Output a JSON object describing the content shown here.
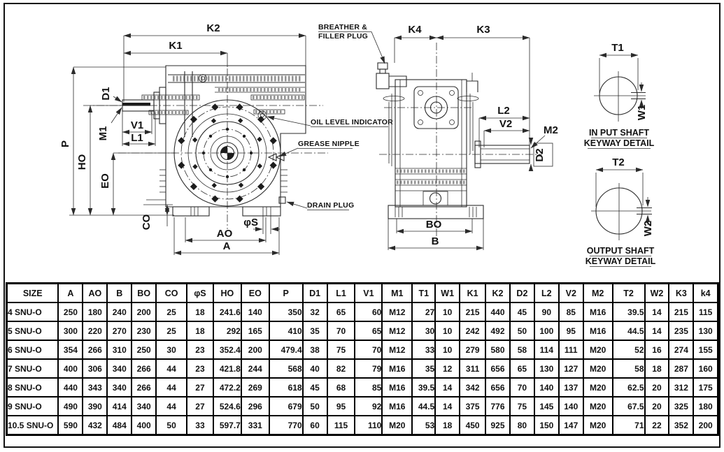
{
  "drawing": {
    "labels": {
      "k2": "K2",
      "k1": "K1",
      "p": "P",
      "ho": "HO",
      "eo": "EO",
      "co": "CO",
      "d1": "D1",
      "m1": "M1",
      "v1": "V1",
      "l1": "L1",
      "ao": "AO",
      "a": "A",
      "phi_s": "φS",
      "k4": "K4",
      "k3": "K3",
      "l2": "L2",
      "v2": "V2",
      "m2": "M2",
      "d2": "D2",
      "bo": "BO",
      "b": "B",
      "t1": "T1",
      "w1": "W1",
      "t2": "T2",
      "w2": "W2"
    },
    "callouts": {
      "breather_line1": "BREATHER &",
      "breather_line2": "FILLER PLUG",
      "oil_level": "OIL LEVEL INDICATOR",
      "grease": "GREASE NIPPLE",
      "drain": "DRAIN PLUG"
    },
    "keyway": {
      "input_title1": "IN PUT SHAFT",
      "input_title2": "KEYWAY DETAIL",
      "output_title1": "OUTPUT SHAFT",
      "output_title2": "KEYWAY DETAIL"
    }
  },
  "table": {
    "columns": [
      "SIZE",
      "A",
      "AO",
      "B",
      "BO",
      "CO",
      "φS",
      "HO",
      "EO",
      "P",
      "D1",
      "L1",
      "V1",
      "M1",
      "T1",
      "W1",
      "K1",
      "K2",
      "D2",
      "L2",
      "V2",
      "M2",
      "T2",
      "W2",
      "K3",
      "k4"
    ],
    "rows": [
      [
        "4 SNU-O",
        "250",
        "180",
        "240",
        "200",
        "25",
        "18",
        "241.6",
        "140",
        "350",
        "32",
        "65",
        "60",
        "M12",
        "27",
        "10",
        "215",
        "440",
        "45",
        "90",
        "85",
        "M16",
        "39.5",
        "14",
        "215",
        "115"
      ],
      [
        "5 SNU-O",
        "300",
        "220",
        "270",
        "230",
        "25",
        "18",
        "292",
        "165",
        "410",
        "35",
        "70",
        "65",
        "M12",
        "30",
        "10",
        "242",
        "492",
        "50",
        "100",
        "95",
        "M16",
        "44.5",
        "14",
        "235",
        "130"
      ],
      [
        "6 SNU-O",
        "354",
        "266",
        "310",
        "250",
        "30",
        "23",
        "352.4",
        "200",
        "479.4",
        "38",
        "75",
        "70",
        "M12",
        "33",
        "10",
        "279",
        "580",
        "58",
        "114",
        "111",
        "M20",
        "52",
        "16",
        "274",
        "155"
      ],
      [
        "7 SNU-O",
        "400",
        "306",
        "340",
        "266",
        "44",
        "23",
        "421.8",
        "244",
        "568",
        "40",
        "82",
        "79",
        "M16",
        "35",
        "12",
        "311",
        "656",
        "65",
        "130",
        "127",
        "M20",
        "58",
        "18",
        "287",
        "160"
      ],
      [
        "8 SNU-O",
        "440",
        "343",
        "340",
        "266",
        "44",
        "27",
        "472.2",
        "269",
        "618",
        "45",
        "68",
        "85",
        "M16",
        "39.5",
        "14",
        "342",
        "656",
        "70",
        "140",
        "137",
        "M20",
        "62.5",
        "20",
        "312",
        "175"
      ],
      [
        "9 SNU-O",
        "490",
        "390",
        "414",
        "340",
        "44",
        "27",
        "524.6",
        "296",
        "679",
        "50",
        "95",
        "92",
        "M16",
        "44.5",
        "14",
        "375",
        "776",
        "75",
        "145",
        "140",
        "M20",
        "67.5",
        "20",
        "325",
        "180"
      ],
      [
        "10.5 SNU-O",
        "590",
        "432",
        "484",
        "400",
        "50",
        "33",
        "597.7",
        "331",
        "770",
        "60",
        "115",
        "110",
        "M20",
        "53",
        "18",
        "450",
        "925",
        "80",
        "150",
        "147",
        "M20",
        "71",
        "22",
        "352",
        "200"
      ]
    ]
  },
  "colors": {
    "line": "#2b2b2b",
    "text": "#111111",
    "background": "#ffffff"
  }
}
